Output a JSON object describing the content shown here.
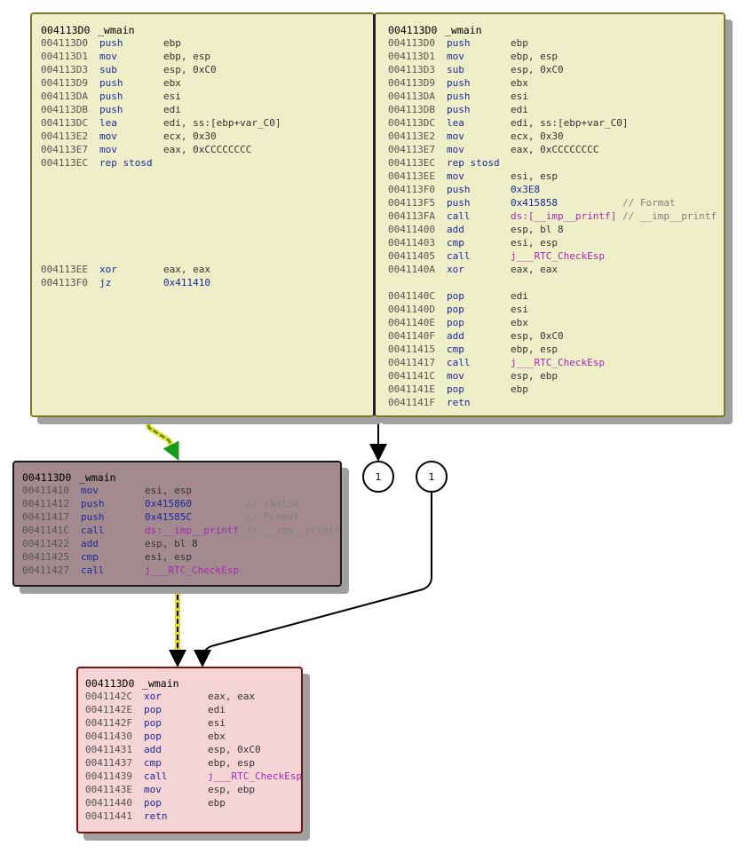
{
  "left_block": {
    "header": {
      "addr": "004113D0",
      "name": "_wmain"
    },
    "rows": [
      {
        "addr": "004113D0",
        "mn": "push",
        "op": "ebp"
      },
      {
        "addr": "004113D1",
        "mn": "mov",
        "op": "ebp, esp"
      },
      {
        "addr": "004113D3",
        "mn": "sub",
        "op": "esp, 0xC0"
      },
      {
        "addr": "004113D9",
        "mn": "push",
        "op": "ebx"
      },
      {
        "addr": "004113DA",
        "mn": "push",
        "op": "esi"
      },
      {
        "addr": "004113DB",
        "mn": "push",
        "op": "edi"
      },
      {
        "addr": "004113DC",
        "mn": "lea",
        "op": "edi, ss:[ebp+var_C0]"
      },
      {
        "addr": "004113E2",
        "mn": "mov",
        "op": "ecx, 0x30"
      },
      {
        "addr": "004113E7",
        "mn": "mov",
        "op": "eax, 0xCCCCCCCC"
      },
      {
        "addr": "004113EC",
        "mn": "rep stosd",
        "op": ""
      }
    ],
    "rows2": [
      {
        "addr": "004113EE",
        "mn": "xor",
        "op": "eax, eax"
      },
      {
        "addr": "004113F0",
        "mn": "jz",
        "op": "0x411410"
      }
    ]
  },
  "right_block": {
    "header": {
      "addr": "004113D0",
      "name": "_wmain"
    },
    "rows": [
      {
        "addr": "004113D0",
        "mn": "push",
        "op": "ebp",
        "cmt": ""
      },
      {
        "addr": "004113D1",
        "mn": "mov",
        "op": "ebp, esp",
        "cmt": ""
      },
      {
        "addr": "004113D3",
        "mn": "sub",
        "op": "esp, 0xC0",
        "cmt": ""
      },
      {
        "addr": "004113D9",
        "mn": "push",
        "op": "ebx",
        "cmt": ""
      },
      {
        "addr": "004113DA",
        "mn": "push",
        "op": "esi",
        "cmt": ""
      },
      {
        "addr": "004113DB",
        "mn": "push",
        "op": "edi",
        "cmt": ""
      },
      {
        "addr": "004113DC",
        "mn": "lea",
        "op": "edi, ss:[ebp+var_C0]",
        "cmt": ""
      },
      {
        "addr": "004113E2",
        "mn": "mov",
        "op": "ecx, 0x30",
        "cmt": ""
      },
      {
        "addr": "004113E7",
        "mn": "mov",
        "op": "eax, 0xCCCCCCCC",
        "cmt": ""
      },
      {
        "addr": "004113EC",
        "mn": "rep stosd",
        "op": "",
        "cmt": ""
      },
      {
        "addr": "004113EE",
        "mn": "mov",
        "op": "esi, esp",
        "cmt": ""
      },
      {
        "addr": "004113F0",
        "mn": "push",
        "op": "0x3E8",
        "cmt": ""
      },
      {
        "addr": "004113F5",
        "mn": "push",
        "op": "0x415858",
        "cmt": "// Format"
      },
      {
        "addr": "004113FA",
        "mn": "call",
        "op": "ds:[__imp__printf]",
        "cmt": "// __imp__printf"
      },
      {
        "addr": "00411400",
        "mn": "add",
        "op": "esp, bl 8",
        "cmt": ""
      },
      {
        "addr": "00411403",
        "mn": "cmp",
        "op": "esi, esp",
        "cmt": ""
      },
      {
        "addr": "00411405",
        "mn": "call",
        "op": "j___RTC_CheckEsp",
        "cmt": ""
      },
      {
        "addr": "0041140A",
        "mn": "xor",
        "op": "eax, eax",
        "cmt": ""
      }
    ],
    "rows2": [
      {
        "addr": "0041140C",
        "mn": "pop",
        "op": "edi"
      },
      {
        "addr": "0041140D",
        "mn": "pop",
        "op": "esi"
      },
      {
        "addr": "0041140E",
        "mn": "pop",
        "op": "ebx"
      },
      {
        "addr": "0041140F",
        "mn": "add",
        "op": "esp, 0xC0"
      },
      {
        "addr": "00411415",
        "mn": "cmp",
        "op": "ebp, esp"
      },
      {
        "addr": "00411417",
        "mn": "call",
        "op": "j___RTC_CheckEsp"
      },
      {
        "addr": "0041141C",
        "mn": "mov",
        "op": "esp, ebp"
      },
      {
        "addr": "0041141E",
        "mn": "pop",
        "op": "ebp"
      },
      {
        "addr": "0041141F",
        "mn": "retn",
        "op": ""
      }
    ]
  },
  "mid_block": {
    "header": {
      "addr": "004113D0",
      "name": "_wmain"
    },
    "rows": [
      {
        "addr": "00411410",
        "mn": "mov",
        "op": "esi, esp",
        "cmt": ""
      },
      {
        "addr": "00411412",
        "mn": "push",
        "op": "0x415860",
        "cmt": "// aNotOk"
      },
      {
        "addr": "00411417",
        "mn": "push",
        "op": "0x41585C",
        "cmt": "// Format"
      },
      {
        "addr": "0041141C",
        "mn": "call",
        "op": "ds:__imp__printf",
        "cmt": "// __imp__printf"
      },
      {
        "addr": "00411422",
        "mn": "add",
        "op": "esp, bl 8",
        "cmt": ""
      },
      {
        "addr": "00411425",
        "mn": "cmp",
        "op": "esi, esp",
        "cmt": ""
      },
      {
        "addr": "00411427",
        "mn": "call",
        "op": "j___RTC_CheckEsp",
        "cmt": ""
      }
    ]
  },
  "bottom_block": {
    "header": {
      "addr": "004113D0",
      "name": "_wmain"
    },
    "rows": [
      {
        "addr": "0041142C",
        "mn": "xor",
        "op": "eax, eax"
      },
      {
        "addr": "0041142E",
        "mn": "pop",
        "op": "edi"
      },
      {
        "addr": "0041142F",
        "mn": "pop",
        "op": "esi"
      },
      {
        "addr": "00411430",
        "mn": "pop",
        "op": "ebx"
      },
      {
        "addr": "00411431",
        "mn": "add",
        "op": "esp, 0xC0"
      },
      {
        "addr": "00411437",
        "mn": "cmp",
        "op": "ebp, esp"
      },
      {
        "addr": "00411439",
        "mn": "call",
        "op": "j___RTC_CheckEsp"
      },
      {
        "addr": "0041143E",
        "mn": "mov",
        "op": "esp, ebp"
      },
      {
        "addr": "00411440",
        "mn": "pop",
        "op": "ebp"
      },
      {
        "addr": "00411441",
        "mn": "retn",
        "op": ""
      }
    ]
  },
  "connectors": [
    "1",
    "1"
  ],
  "colors": {
    "block_yellow": "#eeeec8",
    "block_mid": "#a38a8f",
    "block_pink": "#f4d4d4",
    "edge_true": "#2a9a2a",
    "edge_highlight": "#e8d820",
    "edge_normal": "#000000"
  }
}
